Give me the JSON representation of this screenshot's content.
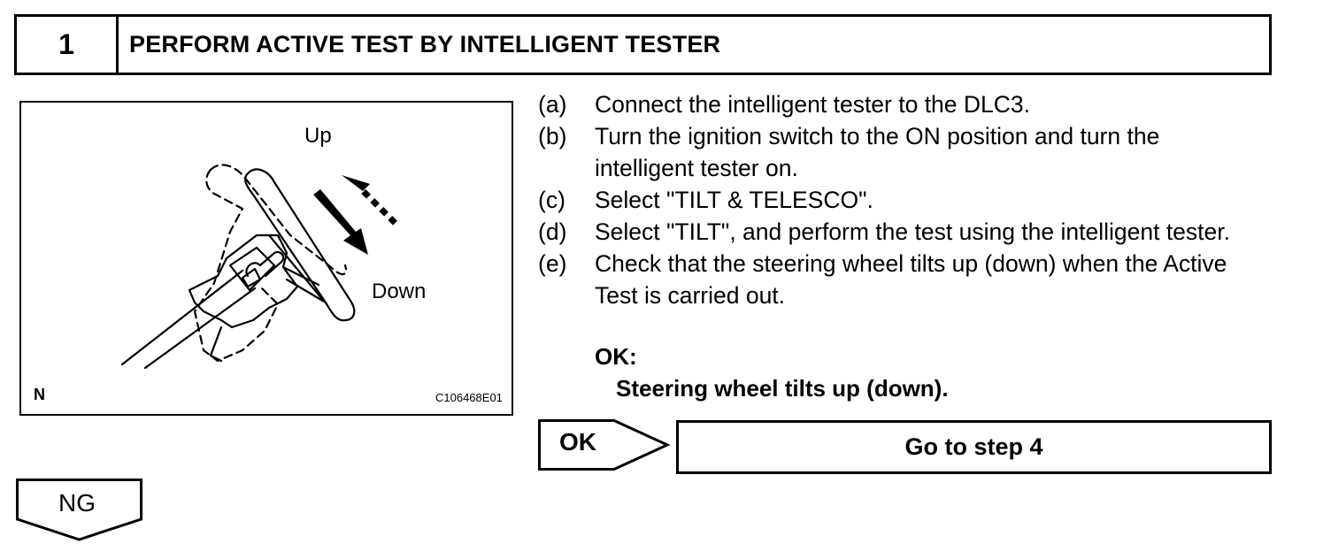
{
  "step": {
    "number": "1",
    "title": "PERFORM ACTIVE TEST BY INTELLIGENT TESTER"
  },
  "illustration": {
    "label_up": "Up",
    "label_down": "Down",
    "label_n": "N",
    "code": "C106468E01"
  },
  "instructions": [
    {
      "letter": "(a)",
      "text": "Connect the intelligent tester to the DLC3."
    },
    {
      "letter": "(b)",
      "text": "Turn the ignition switch to the ON position and turn the intelligent tester on."
    },
    {
      "letter": "(c)",
      "text": "Select \"TILT & TELESCO\"."
    },
    {
      "letter": "(d)",
      "text": "Select \"TILT\", and perform the test using the intelligent tester."
    },
    {
      "letter": "(e)",
      "text": "Check that the steering wheel tilts up (down) when the Active Test is carried out."
    }
  ],
  "ok_label": "OK:",
  "ok_result": "Steering wheel tilts up (down).",
  "result_ok": {
    "label": "OK",
    "target": "Go to step 4"
  },
  "result_ng": {
    "label": "NG"
  }
}
